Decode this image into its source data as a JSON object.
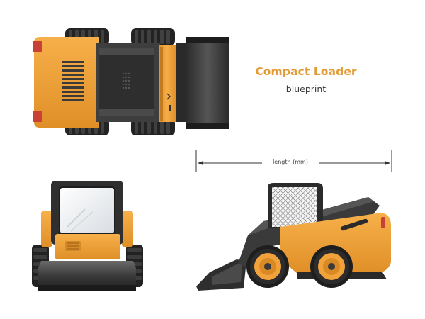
{
  "title": "Compact Loader",
  "subtitle": "blueprint",
  "dimension_label": "length (mm)",
  "colors": {
    "accent": "#e29b36",
    "body_orange": "#f3a33a",
    "body_orange_dark": "#d98a25",
    "dark_gray": "#3c3c3c",
    "darker_gray": "#262626",
    "tire": "#1e1e1e",
    "light_red": "#d9433a"
  },
  "views": [
    {
      "view": "top"
    },
    {
      "view": "front"
    },
    {
      "view": "side"
    }
  ]
}
